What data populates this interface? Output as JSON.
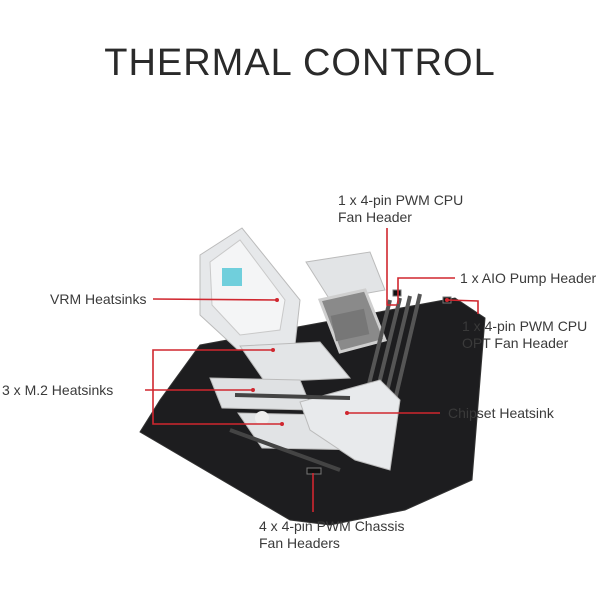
{
  "title": "THERMAL CONTROL",
  "accent_color": "#d0272f",
  "labels": {
    "cpu_fan": [
      "1 x 4-pin PWM CPU",
      "Fan Header"
    ],
    "aio_pump": "1 x AIO Pump Header",
    "cpu_opt": [
      "1 x 4-pin PWM CPU",
      "OPT Fan Header"
    ],
    "vrm": "VRM Heatsinks",
    "m2": "3 x M.2 Heatsinks",
    "chipset": "Chipset Heatsink",
    "chassis": [
      "4 x 4-pin PWM Chassis",
      "Fan Headers"
    ]
  }
}
